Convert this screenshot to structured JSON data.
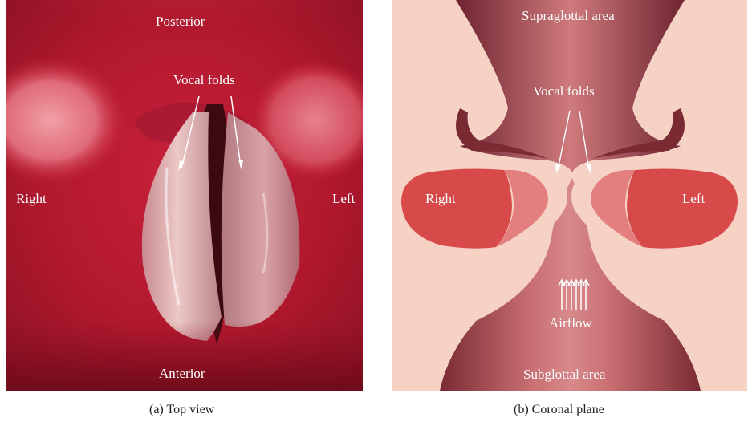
{
  "panel_a": {
    "labels": {
      "posterior": "Posterior",
      "vocal_folds": "Vocal folds",
      "right": "Right",
      "left": "Left",
      "anterior": "Anterior"
    },
    "caption": "(a)  Top view"
  },
  "panel_b": {
    "labels": {
      "supraglottal": "Supraglottal area",
      "vocal_folds": "Vocal folds",
      "right": "Right",
      "left": "Left",
      "airflow": "Airflow",
      "subglottal": "Subglottal area"
    },
    "caption": "(b)  Coronal plane"
  },
  "colors": {
    "background_pink": "#f6d2c5",
    "tissue_red": "#d84a4a",
    "tissue_highlight": "#e47f80",
    "tract_dark": "#7a2a33",
    "tract_light": "#c96f73",
    "endoscope_red": "#b0182e"
  }
}
